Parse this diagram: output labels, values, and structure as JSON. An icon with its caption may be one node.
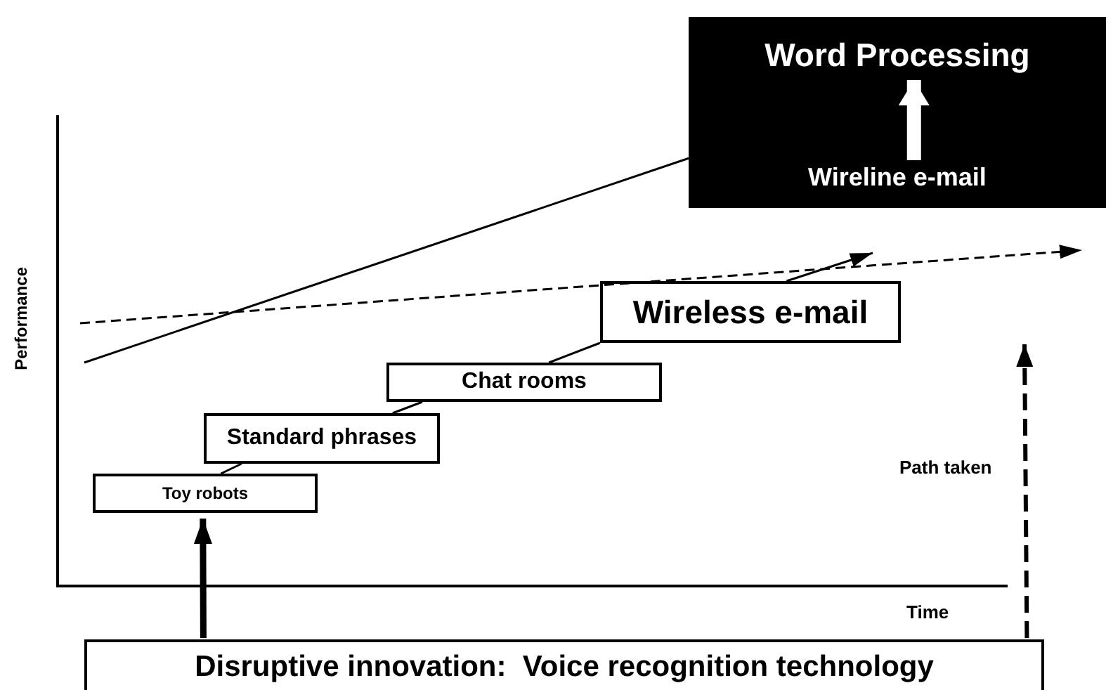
{
  "diagram": {
    "nodes": [
      {
        "text": [],
        "shape": "box"
      },
      {
        "text": [
          "Word Processing"
        ],
        "in": 0
      },
      {
        "text": [
          "Wireline e-mail"
        ],
        "in": 0
      },
      {
        "text": [
          "Wireless e-mail"
        ]
      },
      {
        "text": [
          "Chat rooms"
        ]
      },
      {
        "text": [
          "Standard phrases"
        ]
      },
      {
        "text": [
          "Toy robots"
        ]
      },
      {
        "text": [
          "Disruptive innovation:  Voice recognition technology"
        ]
      }
    ],
    "edges": [
      {
        "from": 7,
        "to": 6,
        "arrow": "to",
        "style": "thick"
      },
      {
        "from": 7,
        "to": null,
        "arrow": "to",
        "style": "dashed"
      },
      {
        "from": 6,
        "to": 5,
        "arrow": "none"
      },
      {
        "from": 5,
        "to": 4,
        "arrow": "none"
      },
      {
        "from": 4,
        "to": 3,
        "arrow": "none"
      },
      {
        "from": 3,
        "to": null,
        "arrow": "to"
      },
      {
        "from": null,
        "to": 0,
        "arrow": "none"
      },
      {
        "from": 2,
        "to": 1,
        "arrow": "to",
        "style": "thick",
        "color": "#ffffff"
      }
    ],
    "labels": [
      "Performance",
      "Time",
      "Path taken"
    ]
  }
}
